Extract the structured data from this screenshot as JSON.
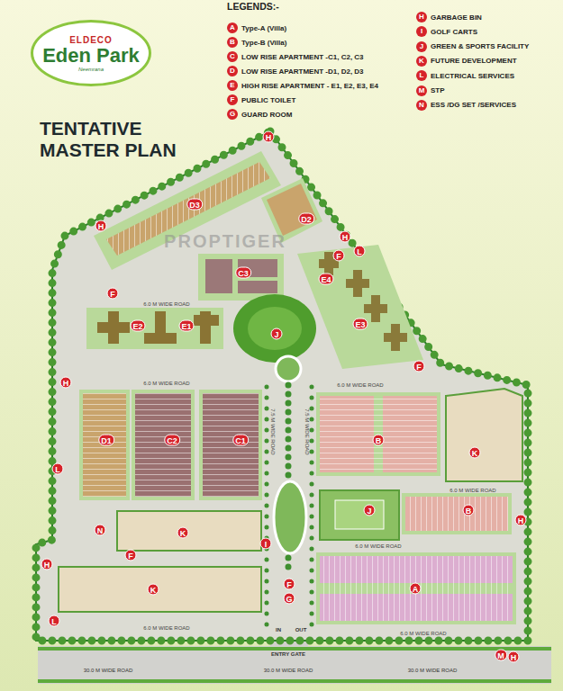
{
  "diagram": {
    "title": "TENTATIVE MASTER PLAN",
    "nodes": [
      {
        "text": [
          "ELDECO",
          "Eden Park",
          "Neemrana"
        ]
      },
      {
        "text": [
          "H"
        ]
      },
      {
        "text": [
          "D3"
        ]
      },
      {
        "text": [
          "H"
        ]
      },
      {
        "text": [
          "D2"
        ]
      },
      {
        "text": [
          "H"
        ]
      },
      {
        "text": [
          "L"
        ]
      },
      {
        "text": [
          "F"
        ]
      },
      {
        "text": [
          "C3"
        ]
      },
      {
        "text": [
          "E4"
        ]
      },
      {
        "text": [
          "F"
        ]
      },
      {
        "text": [
          "E2"
        ]
      },
      {
        "text": [
          "E1"
        ]
      },
      {
        "text": [
          "E3"
        ]
      },
      {
        "text": [
          "J"
        ]
      },
      {
        "text": [
          "F"
        ]
      },
      {
        "text": [
          "H"
        ]
      },
      {
        "text": [
          "D1"
        ]
      },
      {
        "text": [
          "C2"
        ]
      },
      {
        "text": [
          "C1"
        ]
      },
      {
        "text": [
          "B"
        ]
      },
      {
        "text": [
          "K"
        ]
      },
      {
        "text": [
          "L"
        ]
      },
      {
        "text": [
          "J"
        ]
      },
      {
        "text": [
          "B"
        ]
      },
      {
        "text": [
          "H"
        ]
      },
      {
        "text": [
          "N"
        ]
      },
      {
        "text": [
          "K"
        ]
      },
      {
        "text": [
          "I"
        ]
      },
      {
        "text": [
          "F"
        ]
      },
      {
        "text": [
          "H"
        ]
      },
      {
        "text": [
          "F"
        ]
      },
      {
        "text": [
          "A"
        ]
      },
      {
        "text": [
          "K"
        ]
      },
      {
        "text": [
          "G"
        ]
      },
      {
        "text": [
          "L"
        ]
      },
      {
        "text": [
          "M"
        ]
      },
      {
        "text": [
          "H"
        ]
      }
    ],
    "labels": [
      "LEGENDS:-",
      "A",
      "B",
      "C",
      "D",
      "E",
      "F",
      "G",
      "H",
      "I",
      "J",
      "K",
      "L",
      "M",
      "N",
      "PROPTIGER",
      "30.0 M WIDE ROAD",
      "30.0 M WIDE ROAD",
      "30.0 M WIDE ROAD",
      "6.0 M WIDE ROAD",
      "6.0 M WIDE ROAD",
      "6.0 M WIDE ROAD",
      "6.0 M WIDE ROAD",
      "6.0 M WIDE ROAD",
      "6.0 M WIDE ROAD",
      "6.0 M WIDE ROAD",
      "7.5 M WIDE ROAD",
      "7.5 M WIDE ROAD",
      "ENTRY GATE",
      "IN",
      "OUT"
    ],
    "legend": [
      {
        "text": "Type-A (Villa)",
        "color": "#d6232a"
      },
      {
        "text": "Type-B (Villa)",
        "color": "#d6232a"
      },
      {
        "text": "LOW RISE APARTMENT -C1, C2, C3",
        "color": "#d6232a"
      },
      {
        "text": "LOW RISE APARTMENT -D1, D2, D3",
        "color": "#d6232a"
      },
      {
        "text": "HIGH RISE APARTMENT - E1, E2, E3, E4",
        "color": "#d6232a"
      },
      {
        "text": "PUBLIC TOILET",
        "color": "#d6232a"
      },
      {
        "text": "GUARD ROOM",
        "color": "#d6232a"
      },
      {
        "text": "GARBAGE BIN",
        "color": "#d6232a"
      },
      {
        "text": "GOLF CARTS",
        "color": "#d6232a"
      },
      {
        "text": "GREEN & SPORTS FACILITY",
        "color": "#d6232a"
      },
      {
        "text": "FUTURE DEVELOPMENT",
        "color": "#d6232a"
      },
      {
        "text": "ELECTRICAL SERVICES",
        "color": "#d6232a"
      },
      {
        "text": "STP",
        "color": "#d6232a"
      },
      {
        "text": "ESS /DG SET /SERVICES",
        "color": "#d6232a"
      }
    ]
  }
}
